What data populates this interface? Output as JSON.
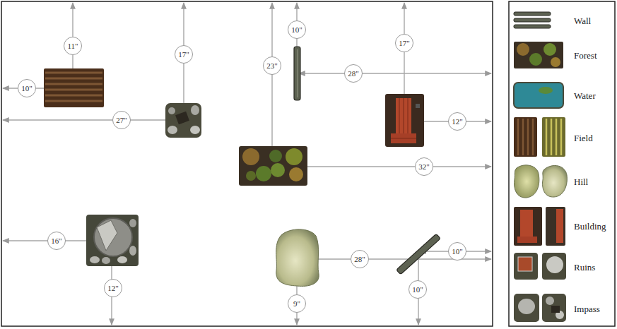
{
  "diagram": {
    "nodes": [
      {
        "text": [
          "10\""
        ]
      },
      {
        "text": [
          "17\""
        ]
      },
      {
        "text": [
          "11\""
        ]
      },
      {
        "text": [
          "17\""
        ]
      },
      {
        "text": [
          "23\""
        ]
      },
      {
        "text": [
          "28\""
        ]
      },
      {
        "text": [
          "10\""
        ]
      },
      {
        "text": [
          "27\""
        ]
      },
      {
        "text": [
          "12\""
        ]
      },
      {
        "text": [
          "32\""
        ]
      },
      {
        "text": [
          "16\""
        ]
      },
      {
        "text": [
          "10\""
        ]
      },
      {
        "text": [
          "28\""
        ]
      },
      {
        "text": [
          "12\""
        ]
      },
      {
        "text": [
          "10\""
        ]
      },
      {
        "text": [
          "9\""
        ]
      }
    ],
    "legend": [
      {
        "text": "Wall"
      },
      {
        "text": "Forest"
      },
      {
        "text": "Water"
      },
      {
        "text": "Field"
      },
      {
        "text": "Hill"
      },
      {
        "text": "Building"
      },
      {
        "text": "Ruins"
      },
      {
        "text": "Impass"
      }
    ]
  }
}
